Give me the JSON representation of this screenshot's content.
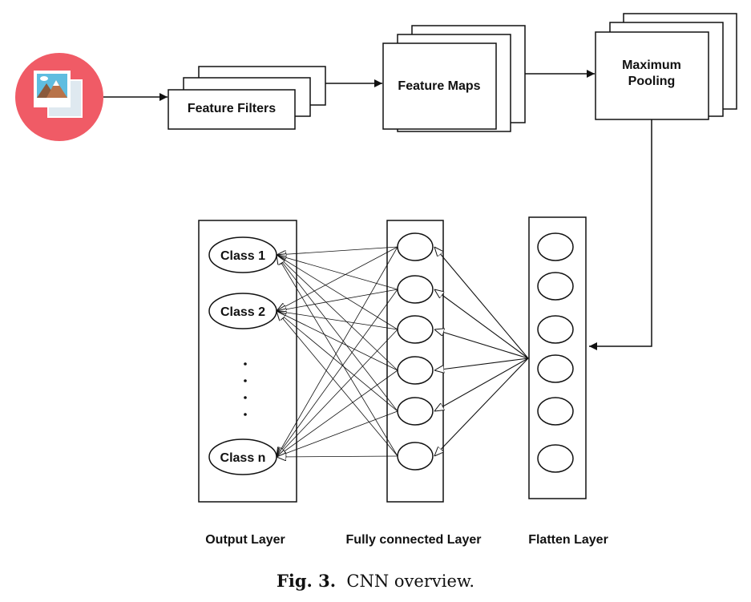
{
  "nodes": {
    "feature_filters": "Feature Filters",
    "feature_maps": "Feature Maps",
    "max_pooling_line1": "Maximum",
    "max_pooling_line2": "Pooling"
  },
  "output_layer": {
    "classes": [
      "Class 1",
      "Class 2",
      "Class n"
    ],
    "ellipsis": ".\n.\n.\n."
  },
  "layer_labels": {
    "output": "Output Layer",
    "fully_connected": "Fully connected Layer",
    "flatten": "Flatten Layer"
  },
  "caption": {
    "number": "Fig. 3.",
    "text": "CNN overview."
  },
  "colors": {
    "image_icon_circle": "#f05b66",
    "lines": "#111111"
  },
  "icons": [
    "image-icon"
  ]
}
